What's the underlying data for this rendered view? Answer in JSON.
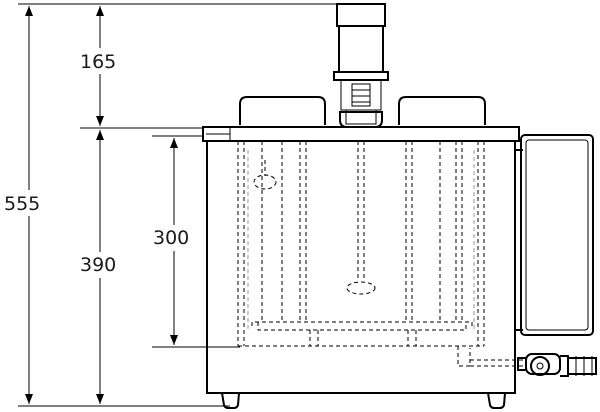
{
  "dimensions": {
    "total_height": "555",
    "cover_height": "165",
    "body_height": "390",
    "liquid_height": "300"
  }
}
